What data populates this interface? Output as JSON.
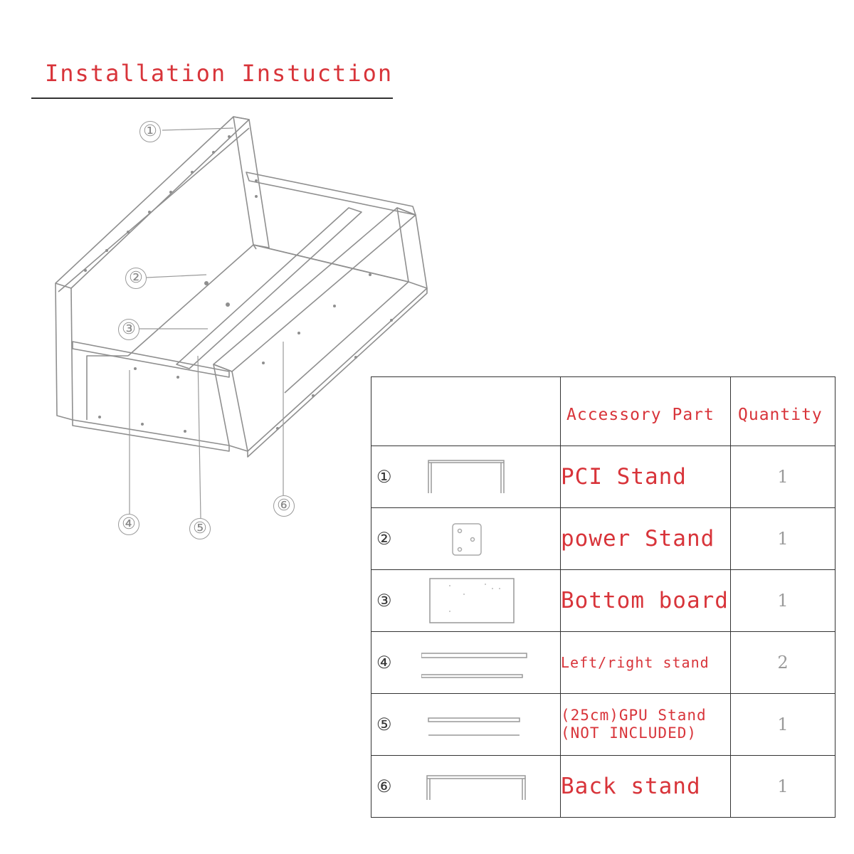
{
  "title": "Installation Instuction",
  "callouts": [
    "①",
    "②",
    "③",
    "④",
    "⑤",
    "⑥"
  ],
  "table": {
    "headers": [
      "",
      "Accessory Part",
      "Quantity"
    ],
    "rows": [
      {
        "num": "①",
        "thumb": "pci-stand-icon",
        "part": "PCI Stand",
        "qty": "1"
      },
      {
        "num": "②",
        "thumb": "power-stand-icon",
        "part": "power Stand",
        "qty": "1"
      },
      {
        "num": "③",
        "thumb": "bottom-board-icon",
        "part": "Bottom board",
        "qty": "1"
      },
      {
        "num": "④",
        "thumb": "side-stand-icon",
        "part": "Left/right stand",
        "qty": "2"
      },
      {
        "num": "⑤",
        "thumb": "gpu-stand-icon",
        "part": "(25cm)GPU Stand\n(NOT INCLUDED)",
        "qty": "1"
      },
      {
        "num": "⑥",
        "thumb": "back-stand-icon",
        "part": "Back stand",
        "qty": "1"
      }
    ]
  },
  "colors": {
    "accent": "#d8343a",
    "line": "#333333",
    "callout": "#9a9a9a"
  }
}
